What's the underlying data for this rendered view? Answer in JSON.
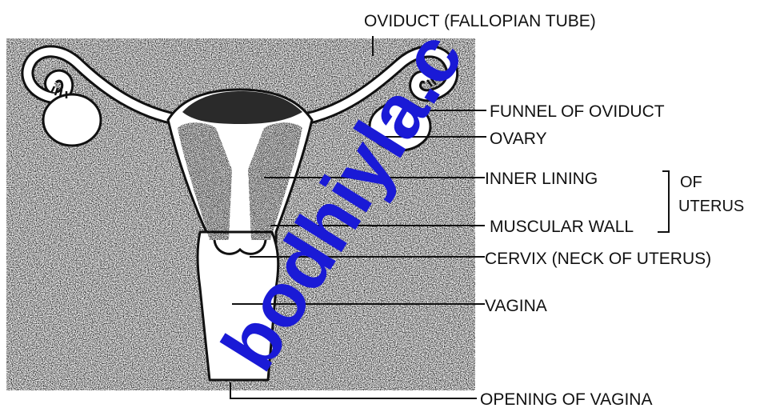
{
  "diagram": {
    "labels": {
      "oviduct": "OVIDUCT (FALLOPIAN TUBE)",
      "funnel": "FUNNEL OF OVIDUCT",
      "ovary": "OVARY",
      "inner_lining": "INNER LINING",
      "of": "OF",
      "uterus": "UTERUS",
      "muscular_wall": "MUSCULAR WALL",
      "cervix": "CERVIX (NECK OF UTERUS)",
      "vagina": "VAGINA",
      "opening": "OPENING OF VAGINA"
    }
  },
  "watermark": {
    "text": "bodhiyla.c",
    "color": "#1a1ad6"
  },
  "colors": {
    "ink": "#111111",
    "speckle_bg": "#c9c9c9"
  }
}
